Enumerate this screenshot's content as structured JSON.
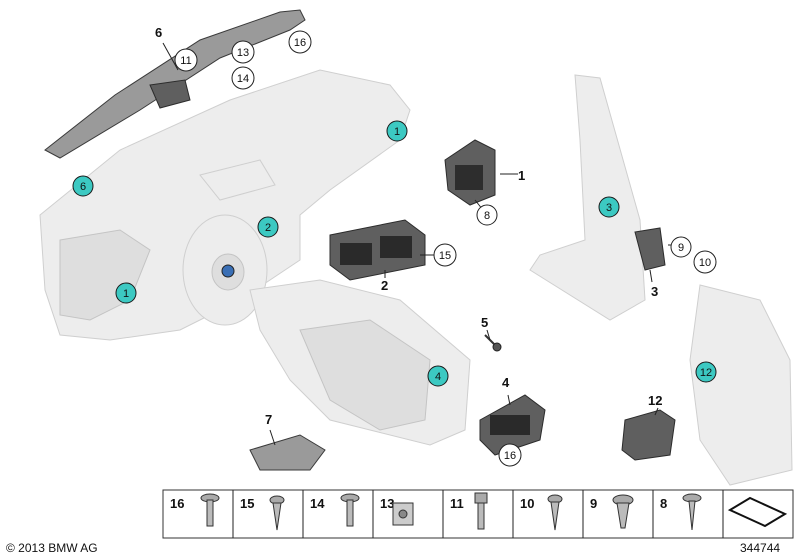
{
  "copyright": "© 2013 BMW AG",
  "reference_number": "344744",
  "part_labels": [
    {
      "id": "p1",
      "text": "1"
    },
    {
      "id": "p2",
      "text": "2"
    },
    {
      "id": "p3",
      "text": "3"
    },
    {
      "id": "p4",
      "text": "4"
    },
    {
      "id": "p5",
      "text": "5"
    },
    {
      "id": "p6",
      "text": "6"
    },
    {
      "id": "p7",
      "text": "7"
    },
    {
      "id": "p12",
      "text": "12"
    }
  ],
  "circle_callouts": [
    {
      "id": "c11",
      "text": "11"
    },
    {
      "id": "c13",
      "text": "13"
    },
    {
      "id": "c14",
      "text": "14"
    },
    {
      "id": "c16a",
      "text": "16"
    },
    {
      "id": "c8",
      "text": "8"
    },
    {
      "id": "c15",
      "text": "15"
    },
    {
      "id": "c9",
      "text": "9"
    },
    {
      "id": "c10",
      "text": "10"
    },
    {
      "id": "c16b",
      "text": "16"
    }
  ],
  "location_markers": [
    {
      "id": "m1a",
      "text": "1"
    },
    {
      "id": "m6",
      "text": "6"
    },
    {
      "id": "m2",
      "text": "2"
    },
    {
      "id": "m1b",
      "text": "1"
    },
    {
      "id": "m3",
      "text": "3"
    },
    {
      "id": "m4",
      "text": "4"
    },
    {
      "id": "m12",
      "text": "12"
    }
  ],
  "fastener_strip": [
    {
      "id": "f16",
      "text": "16",
      "icon": "collar-screw-icon"
    },
    {
      "id": "f15",
      "text": "15",
      "icon": "self-tapping-screw-icon"
    },
    {
      "id": "f14",
      "text": "14",
      "icon": "collar-screw-icon"
    },
    {
      "id": "f13",
      "text": "13",
      "icon": "spring-nut-icon"
    },
    {
      "id": "f11",
      "text": "11",
      "icon": "hex-bolt-icon"
    },
    {
      "id": "f10",
      "text": "10",
      "icon": "self-tapping-screw-icon"
    },
    {
      "id": "f9",
      "text": "9",
      "icon": "expanding-rivet-icon"
    },
    {
      "id": "f8",
      "text": "8",
      "icon": "collar-screw-icon"
    },
    {
      "id": "f-blank",
      "text": "",
      "icon": "bracket-icon"
    }
  ]
}
